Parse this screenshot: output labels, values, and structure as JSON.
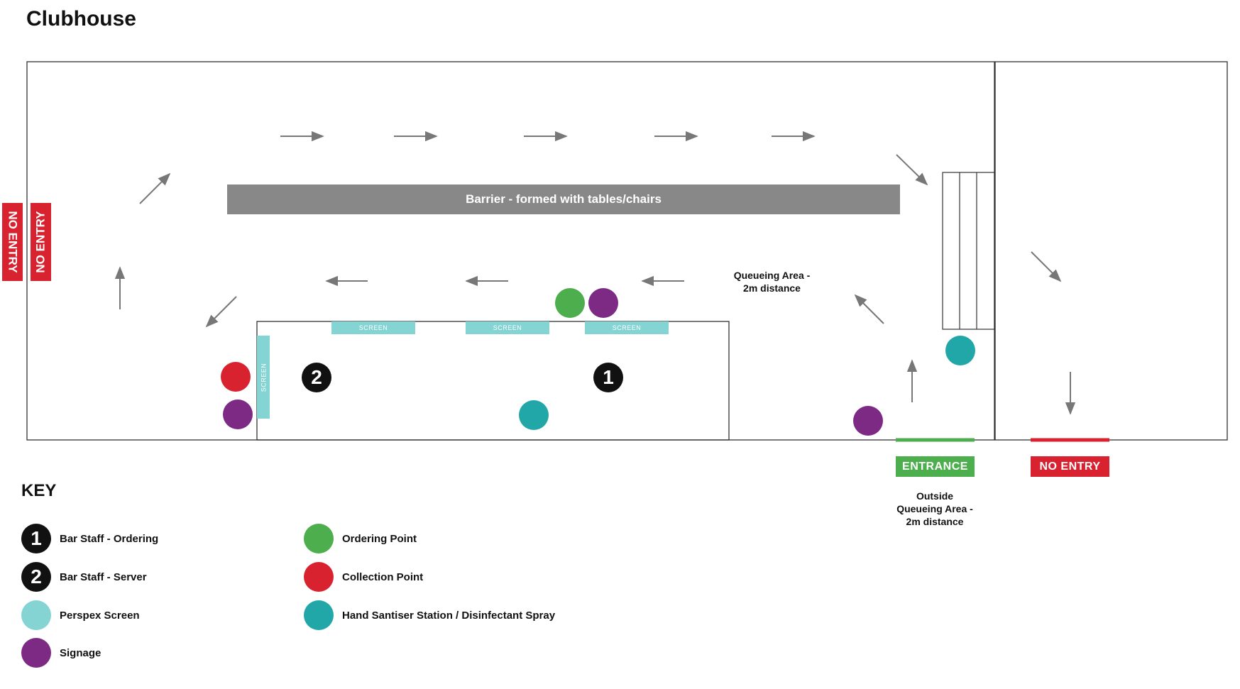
{
  "title": "Clubhouse",
  "colors": {
    "staff": "#111111",
    "screen": "#84d4d4",
    "signage": "#7d2a85",
    "ordering_point": "#4cae4c",
    "collection_point": "#d9222f",
    "hand_sanitiser": "#21a7a7",
    "barrier": "#888888",
    "no_entry": "#d9222f",
    "entrance": "#4cae4c",
    "arrow": "#777777"
  },
  "barrier_label": "Barrier - formed with tables/chairs",
  "screen_label": "SCREEN",
  "staff_markers": [
    "1",
    "2"
  ],
  "queue_inside": [
    "Queueing Area -",
    "2m distance"
  ],
  "queue_outside": [
    "Outside",
    "Queueing Area -",
    "2m distance"
  ],
  "entrance_label": "ENTRANCE",
  "no_entry_label": "NO ENTRY",
  "key": {
    "title": "KEY",
    "items": [
      {
        "symbol": "1",
        "label": "Bar Staff - Ordering",
        "color": "#111111",
        "icon": "staff-1-icon"
      },
      {
        "symbol": "2",
        "label": "Bar Staff - Server",
        "color": "#111111",
        "icon": "staff-2-icon"
      },
      {
        "symbol": "",
        "label": "Perspex Screen",
        "color": "#84d4d4",
        "icon": "perspex-screen-icon"
      },
      {
        "symbol": "",
        "label": "Signage",
        "color": "#7d2a85",
        "icon": "signage-icon"
      },
      {
        "symbol": "",
        "label": "Ordering Point",
        "color": "#4cae4c",
        "icon": "ordering-point-icon"
      },
      {
        "symbol": "",
        "label": "Collection Point",
        "color": "#d9222f",
        "icon": "collection-point-icon"
      },
      {
        "symbol": "",
        "label": "Hand Santiser Station / Disinfectant Spray",
        "color": "#21a7a7",
        "icon": "hand-sanitiser-icon"
      }
    ]
  }
}
